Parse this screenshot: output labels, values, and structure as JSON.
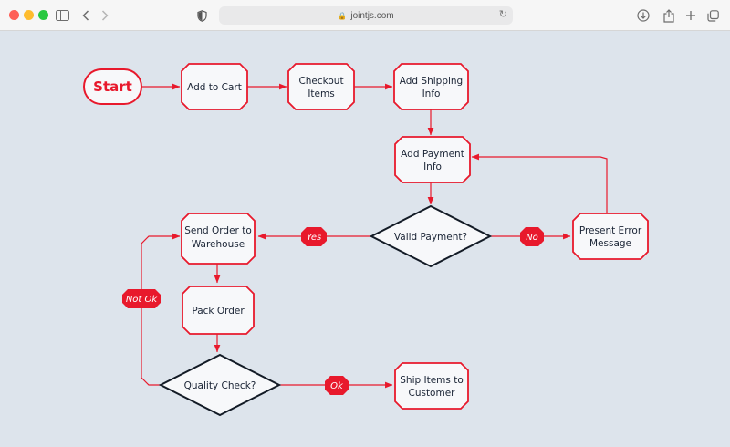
{
  "browser": {
    "url": "jointjs.com"
  },
  "colors": {
    "accent": "#e8192c",
    "node_fill": "#f7f8fa",
    "decision_stroke": "#131b26",
    "text": "#1a2435",
    "background": "#dde4ec"
  },
  "nodes": {
    "start": "Start",
    "add_to_cart": "Add to Cart",
    "checkout_1": "Checkout",
    "checkout_2": "Items",
    "shipping_1": "Add Shipping",
    "shipping_2": "Info",
    "payment_1": "Add Payment",
    "payment_2": "Info",
    "valid_payment": "Valid Payment?",
    "error_1": "Present Error",
    "error_2": "Message",
    "send_1": "Send Order to",
    "send_2": "Warehouse",
    "pack": "Pack Order",
    "quality": "Quality Check?",
    "ship_1": "Ship Items to",
    "ship_2": "Customer"
  },
  "labels": {
    "yes": "Yes",
    "no": "No",
    "not_ok": "Not Ok",
    "ok": "Ok"
  }
}
